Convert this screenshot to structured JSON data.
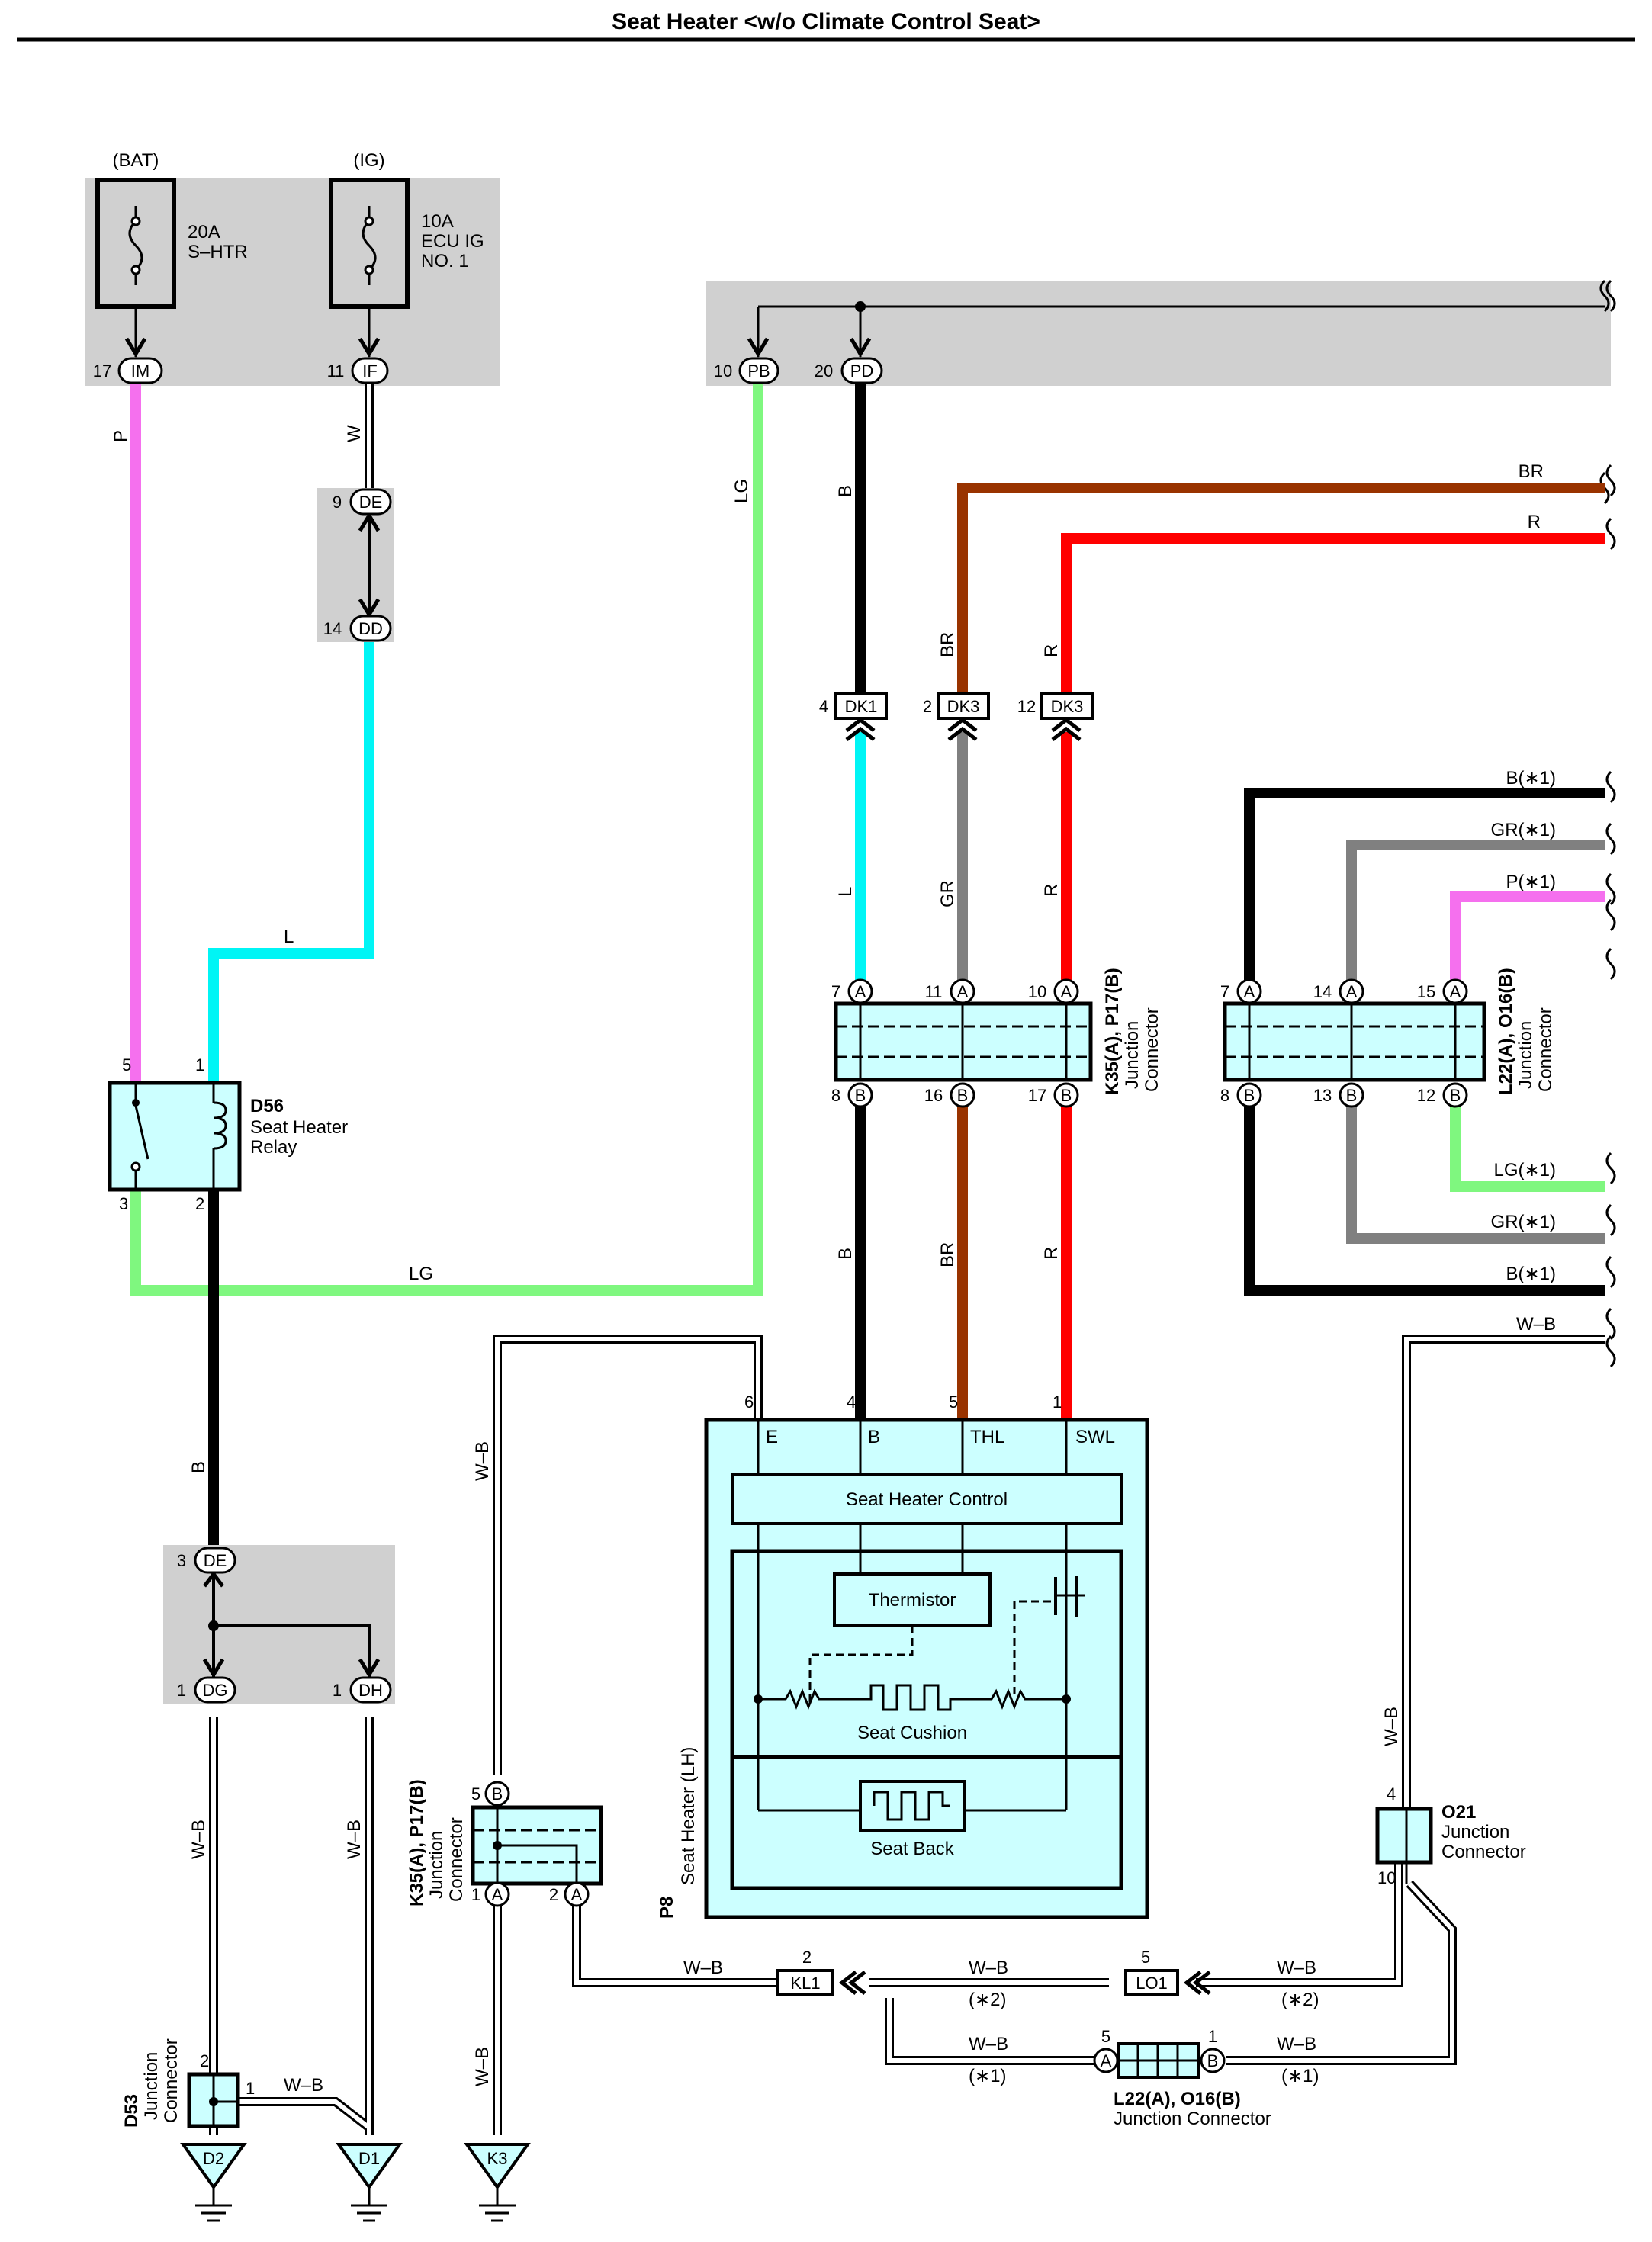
{
  "title": "Seat Heater <w/o Climate Control Seat>",
  "colors": {
    "wire_pink": "#f570ee",
    "wire_cyan": "#00f5f5",
    "wire_lightgreen": "#7ff77f",
    "wire_black": "#000000",
    "wire_brown": "#993300",
    "wire_red": "#ff0000",
    "wire_gray": "#808080",
    "block_gray": "#d0d0d0",
    "component_fill": "#ccffff"
  },
  "power": {
    "bat_label": "(BAT)",
    "ig_label": "(IG)",
    "fuse1_amp": "20A",
    "fuse1_name": "S–HTR",
    "fuse2_amp": "10A",
    "fuse2_name1": "ECU IG",
    "fuse2_name2": "NO. 1"
  },
  "connectors": {
    "im": {
      "id": "IM",
      "pin": "17"
    },
    "if": {
      "id": "IF",
      "pin": "11"
    },
    "pb": {
      "id": "PB",
      "pin": "10"
    },
    "pd": {
      "id": "PD",
      "pin": "20"
    },
    "de9": {
      "id": "DE",
      "pin": "9"
    },
    "dd14": {
      "id": "DD",
      "pin": "14"
    },
    "dk1": {
      "id": "DK1",
      "pin": "4"
    },
    "dk3a": {
      "id": "DK3",
      "pin": "2"
    },
    "dk3b": {
      "id": "DK3",
      "pin": "12"
    },
    "de3": {
      "id": "DE",
      "pin": "3"
    },
    "dg1": {
      "id": "DG",
      "pin": "1"
    },
    "dh1": {
      "id": "DH",
      "pin": "1"
    },
    "kl1": {
      "id": "KL1",
      "pin": "2"
    },
    "lo1": {
      "id": "LO1",
      "pin": "5"
    }
  },
  "wires": {
    "p": "P",
    "w": "W",
    "l": "L",
    "lg": "LG",
    "b": "B",
    "br": "BR",
    "r": "R",
    "gr": "GR",
    "wb": "W–B",
    "b1": "B(∗1)",
    "gr1": "GR(∗1)",
    "p1": "P(∗1)",
    "lg1": "LG(∗1)",
    "note1": "(∗1)",
    "note2": "(∗2)"
  },
  "relay": {
    "code": "D56",
    "name1": "Seat Heater",
    "name2": "Relay",
    "pins": [
      "5",
      "1",
      "3",
      "2"
    ]
  },
  "jc_k35": {
    "names": [
      "K35(A), P17(B)",
      "Junction",
      "Connector"
    ],
    "top_pins": [
      "7",
      "11",
      "10"
    ],
    "bottom_pins": [
      "8",
      "16",
      "17"
    ],
    "top_letter": "A",
    "bottom_letter": "B"
  },
  "jc_l22": {
    "names": [
      "L22(A), O16(B)",
      "Junction",
      "Connector"
    ],
    "top_pins": [
      "7",
      "14",
      "15"
    ],
    "bottom_pins": [
      "8",
      "13",
      "12"
    ]
  },
  "seat_heater": {
    "code": "P8",
    "name": "Seat Heater (LH)",
    "terminals": [
      {
        "pin": "6",
        "name": "E"
      },
      {
        "pin": "4",
        "name": "B"
      },
      {
        "pin": "5",
        "name": "THL"
      },
      {
        "pin": "1",
        "name": "SWL"
      }
    ],
    "control": "Seat Heater Control",
    "thermistor": "Thermistor",
    "cushion": "Seat Cushion",
    "back": "Seat Back"
  },
  "jc_k35_lower": {
    "names": [
      "K35(A), P17(B)",
      "Junction",
      "Connector"
    ],
    "pin_b": "5",
    "pin_a1": "1",
    "pin_a2": "2"
  },
  "jc_o21": {
    "code": "O21",
    "name1": "Junction",
    "name2": "Connector",
    "pin_top": "4",
    "pin_bottom": "10"
  },
  "jc_l22_lower": {
    "names": [
      "L22(A), O16(B)",
      "Junction Connector"
    ],
    "pin_a": "5",
    "pin_b": "1"
  },
  "jc_d53": {
    "code": "D53",
    "name1": "Junction",
    "name2": "Connector",
    "pin_top": "2",
    "pin_side": "1"
  },
  "grounds": [
    "D2",
    "D1",
    "K3"
  ]
}
